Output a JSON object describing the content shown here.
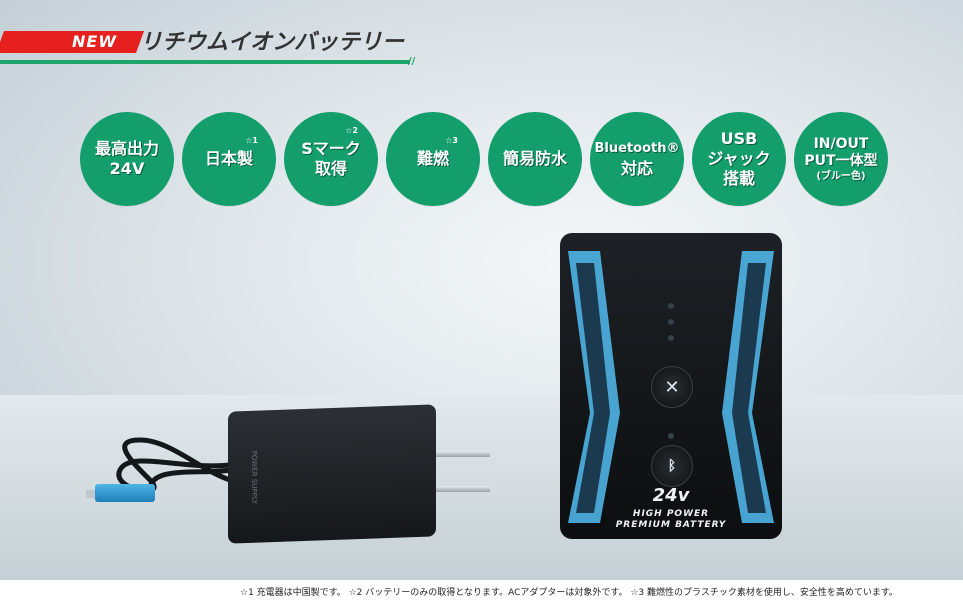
{
  "header": {
    "badge": "NEW",
    "title": "リチウムイオンバッテリー",
    "colors": {
      "badge": "#e6201f",
      "underline": "#1ea569"
    }
  },
  "features": [
    {
      "lines": [
        "最高出力",
        "24V"
      ],
      "note": ""
    },
    {
      "lines": [
        "日本製"
      ],
      "note": "☆1"
    },
    {
      "lines": [
        "Sマーク",
        "取得"
      ],
      "note": "☆2"
    },
    {
      "lines": [
        "難燃"
      ],
      "note": "☆3"
    },
    {
      "lines": [
        "簡易防水"
      ],
      "note": ""
    },
    {
      "lines": [
        "Bluetooth®",
        "対応"
      ],
      "note": ""
    },
    {
      "lines": [
        "USB",
        "ジャック",
        "搭載"
      ],
      "note": ""
    },
    {
      "lines": [
        "IN/OUT",
        "PUT一体型",
        "(ブルー色)"
      ],
      "note": ""
    }
  ],
  "feature_color": "#139e6c",
  "battery": {
    "voltage": "24v",
    "line1": "HIGH POWER",
    "line2": "PREMIUM BATTERY",
    "accent_color": "#4fb4e6"
  },
  "adapter": {
    "label": "POWER SUPPLY"
  },
  "footnote": "☆1 充電器は中国製です。 ☆2 バッテリーのみの取得となります。ACアダプターは対象外です。 ☆3 難燃性のプラスチック素材を使用し、安全性を高めています。"
}
